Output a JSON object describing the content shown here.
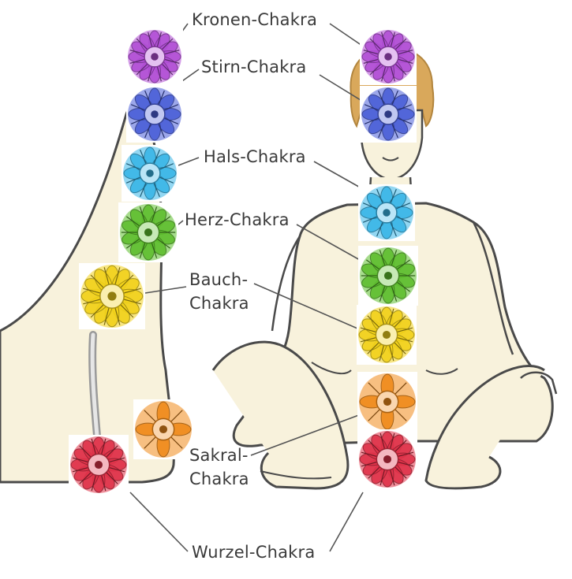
{
  "labels": {
    "krone": "Kronen-Chakra",
    "stirn": "Stirn-Chakra",
    "hals": "Hals-Chakra",
    "herz": "Herz-Chakra",
    "bauch_1": "Bauch-",
    "bauch_2": "Chakra",
    "sakral_1": "Sakral-",
    "sakral_2": "Chakra",
    "wurzel": "Wurzel-Chakra"
  },
  "colors": {
    "skin": "#f8f2dc",
    "outline": "#4a4a4a",
    "hair": "#d9a85b",
    "krone": "#b24fd6",
    "stirn": "#4b5fd8",
    "hals": "#3ab6e8",
    "herz": "#5fbf2f",
    "bauch": "#f2d21b",
    "sakral": "#f08a1a",
    "wurzel": "#e0334a"
  },
  "icons": {
    "krone": "violet-mandala-icon",
    "stirn": "indigo-mandala-icon",
    "hals": "blue-mandala-icon",
    "herz": "green-mandala-icon",
    "bauch": "yellow-mandala-icon",
    "sakral": "orange-mandala-icon",
    "wurzel": "red-mandala-icon"
  }
}
